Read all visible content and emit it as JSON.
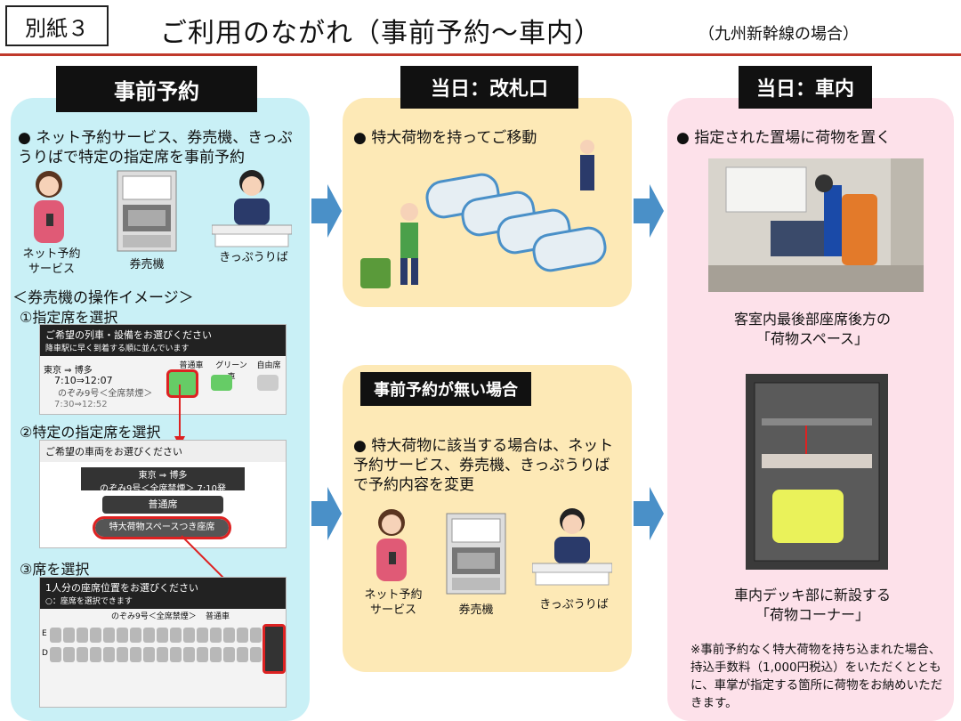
{
  "header": {
    "doc_label": "別紙３",
    "title": "ご利用のながれ（事前予約～車内）",
    "subtitle": "（九州新幹線の場合）"
  },
  "left": {
    "heading": "事前予約",
    "bullet": "ネット予約サービス、券売機、きっぷうりばで特定の指定席を事前予約",
    "icons": [
      "ネット予約\nサービス",
      "券売機",
      "きっぷうりば"
    ],
    "ops_heading": "＜券売機の操作イメージ＞",
    "steps": [
      "①指定席を選択",
      "②特定の指定席を選択",
      "③席を選択"
    ],
    "screen1": {
      "title": "ご希望の列車・設備をお選びください",
      "sub": "降車駅に早く到着する順に並んでいます",
      "route": "東京 ⇒ 博多",
      "time": "7:10⇒12:07",
      "train": "のぞみ9号＜全席禁煙＞",
      "time2": "7:30⇒12:52",
      "cols": [
        "普通車",
        "グリーン車",
        "自由席"
      ]
    },
    "screen2": {
      "title": "ご希望の車両をお選びください",
      "route": "東京 ⇒ 博多",
      "train": "のぞみ9号＜全席禁煙＞",
      "time": "7:10発",
      "btn1": "普通席",
      "btn2": "特大荷物スペースつき座席"
    },
    "screen3": {
      "title": "1人分の座席位置をお選びください",
      "sub": "：座席を選択できます",
      "train": "のぞみ9号＜全席禁煙＞",
      "car": "普通車",
      "rows": [
        "E",
        "D"
      ]
    }
  },
  "mid": {
    "heading_top": "当日：改札口",
    "bullet_top": "特大荷物を持ってご移動",
    "heading_bottom": "事前予約が無い場合",
    "bullet_bottom": "特大荷物に該当する場合は、ネット予約サービス、券売機、きっぷうりばで予約内容を変更",
    "icons": [
      "ネット予約\nサービス",
      "券売機",
      "きっぷうりば"
    ]
  },
  "right": {
    "heading": "当日：車内",
    "bullet": "指定された置場に荷物を置く",
    "caption1": "客室内最後部座席後方の\n「荷物スペース」",
    "caption2": "車内デッキ部に新設する\n「荷物コーナー」",
    "note": "※事前予約なく特大荷物を持ち込まれた場合、持込手数料（1,000円税込）をいただくとともに、車掌が指定する箇所に荷物をお納めいただきます。"
  },
  "colors": {
    "left_panel": "#c9f0f6",
    "mid_panel": "#fde9b6",
    "right_panel": "#fde1ea",
    "arrow": "#4a90c8",
    "rule": "#c0392b"
  }
}
